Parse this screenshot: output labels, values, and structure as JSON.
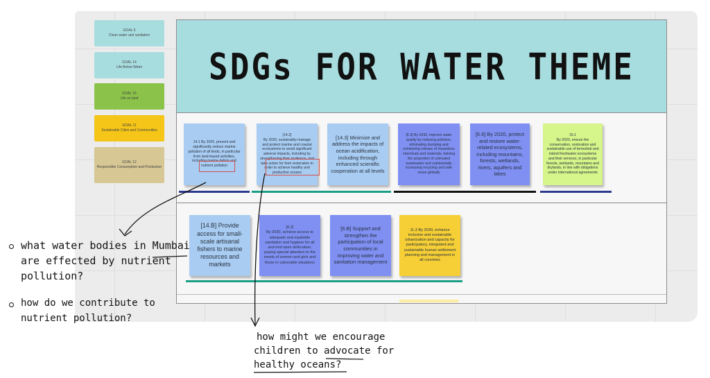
{
  "board": {
    "title": "SDGs FOR WATER THEME"
  },
  "legend": [
    {
      "goal": "GOAL 6",
      "name": "Clean water and sanitation",
      "color": "#a8dde0"
    },
    {
      "goal": "GOAL 14",
      "name": "Life Below Water",
      "color": "#a8dde0"
    },
    {
      "goal": "GOAL 15",
      "name": "Life on land",
      "color": "#8bc34a"
    },
    {
      "goal": "GOAL 11",
      "name": "Sustainable Cities and Communities",
      "color": "#f5c518"
    },
    {
      "goal": "GOAL 12",
      "name": "Responsible Consumption and Production",
      "color": "#d7c795"
    }
  ],
  "row1": [
    {
      "text": "14.1 By 2025, prevent and significantly reduce marine pollution of all kinds, in particular from land-based activities, including marine debris and nutrient pollution",
      "color": "#a9cdf2"
    },
    {
      "text": "[14.2]\nBy 2020, sustainably manage and protect marine and coastal ecosystems to avoid significant adverse impacts, including by strengthening their resilience, and take action for their restoration in order to achieve healthy and productive oceans",
      "color": "#a9cdf2"
    },
    {
      "text": "[14.3] Minimize and address the impacts of ocean acidification, including through enhanced scientific cooperation at all levels",
      "color": "#a9cdf2"
    },
    {
      "text": "[6.3] By 2030, improve water quality by reducing pollution, eliminating dumping and minimizing release of hazardous chemicals and materials, halving the proportion of untreated wastewater and substantially increasing recycling and safe reuse globally",
      "color": "#7f90f2"
    },
    {
      "text": "[6.6] By 2020, protect and restore water-related ecosystems, including mountains, forests, wetlands, rivers, aquifers and lakes",
      "color": "#7f90f2"
    },
    {
      "text": "15.1\nBy 2020, ensure the conservation, restoration and sustainable use of terrestrial and inland freshwater ecosystems and their services, in particular forests, wetlands, mountains and drylands, in line with obligations under international agreements",
      "color": "#d6f58a"
    }
  ],
  "row2": [
    {
      "text": "[14.B] Provide access for small-scale artisanal fishers to marine resources and markets",
      "color": "#a9cdf2"
    },
    {
      "text": "[6.2]\nBy 2030, achieve access to adequate and equitable sanitation and hygiene for all and end open defecation, paying special attention to the needs of women and girls and those in vulnerable situations",
      "color": "#7f90f2"
    },
    {
      "text": "[6.B] Support and strengthen the participation of local communities in improving water and sanitation management",
      "color": "#7f90f2"
    },
    {
      "text": "11.3 By 2030, enhance inclusive and sustainable urbanization and capacity for participatory, integrated and sustainable human settlement planning and management in all countries",
      "color": "#f5cf35"
    }
  ],
  "annotations": {
    "q1_line1": "what water bodies in Mumbai",
    "q1_line2": "are effected by nutrient",
    "q1_line3": "pollution?",
    "q2_line1": "how do we contribute to",
    "q2_line2": "nutrient pollution?",
    "q3_line1": "how might we encourage",
    "q3_line2": "children   to advocate for",
    "q3_line3": "healthy oceans?"
  }
}
